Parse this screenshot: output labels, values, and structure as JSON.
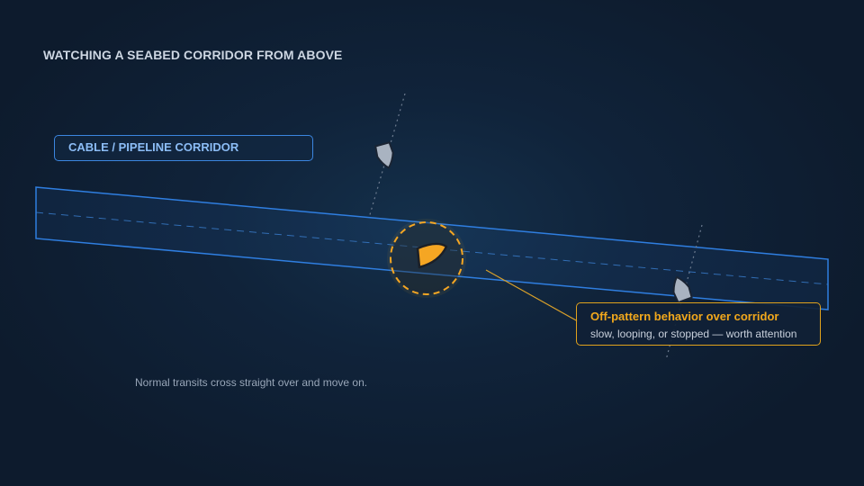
{
  "title": "WATCHING A SEABED CORRIDOR FROM ABOVE",
  "corridor": {
    "label": "CABLE / PIPELINE CORRIDOR"
  },
  "callout": {
    "title": "Off-pattern behavior over corridor",
    "subtitle": "slow, looping, or stopped — worth attention"
  },
  "footnote": "Normal transits cross straight over and move on.",
  "vessels": [
    {
      "kind": "normal",
      "status": "transiting"
    },
    {
      "kind": "normal",
      "status": "transiting"
    },
    {
      "kind": "suspicious",
      "status": "loitering"
    }
  ],
  "colors": {
    "corridor": "#2f7ee0",
    "highlight": "#f5a623",
    "normal_vessel": "#aab4c2",
    "background": "#0f2136"
  }
}
